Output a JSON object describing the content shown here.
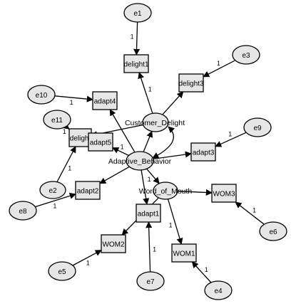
{
  "diagram": {
    "latents": [
      {
        "id": "Customer_Delight",
        "label": "Customer_Delight"
      },
      {
        "id": "Adaptive_Behavior",
        "label": "Adaptive_Behavior"
      },
      {
        "id": "Word_of_Mouth",
        "label": "Word_of_Mouth"
      }
    ],
    "indicators": [
      {
        "id": "delight1",
        "label": "delight1"
      },
      {
        "id": "delight3",
        "label": "delight3"
      },
      {
        "id": "delight2",
        "label": "delight"
      },
      {
        "id": "adapt4",
        "label": "adapt4"
      },
      {
        "id": "adapt5",
        "label": "adapt5"
      },
      {
        "id": "adapt3",
        "label": "adapt3"
      },
      {
        "id": "adapt2",
        "label": "adapt2"
      },
      {
        "id": "adapt1",
        "label": "adapt1"
      },
      {
        "id": "WOM3",
        "label": "WOM3"
      },
      {
        "id": "WOM2",
        "label": "WOM2"
      },
      {
        "id": "WOM1",
        "label": "WOM1"
      }
    ],
    "errors": [
      {
        "id": "e1",
        "label": "e1"
      },
      {
        "id": "e3",
        "label": "e3"
      },
      {
        "id": "e10",
        "label": "e10"
      },
      {
        "id": "e11",
        "label": "e11"
      },
      {
        "id": "e9",
        "label": "e9"
      },
      {
        "id": "e2",
        "label": "e2"
      },
      {
        "id": "e8",
        "label": "e8"
      },
      {
        "id": "e6",
        "label": "e6"
      },
      {
        "id": "e5",
        "label": "e5"
      },
      {
        "id": "e7",
        "label": "e7"
      },
      {
        "id": "e4",
        "label": "e4"
      }
    ],
    "error_paths": [
      {
        "from": "e1",
        "to": "delight1",
        "label": "1"
      },
      {
        "from": "e3",
        "to": "delight3",
        "label": "1"
      },
      {
        "from": "e10",
        "to": "adapt4",
        "label": "1"
      },
      {
        "from": "e11",
        "to": "delight2",
        "label": "1"
      },
      {
        "from": "e9",
        "to": "adapt3",
        "label": "1"
      },
      {
        "from": "e2",
        "to": "delight2",
        "label": "1"
      },
      {
        "from": "e8",
        "to": "adapt2",
        "label": "1"
      },
      {
        "from": "e6",
        "to": "WOM3",
        "label": "1"
      },
      {
        "from": "e5",
        "to": "WOM2",
        "label": "1"
      },
      {
        "from": "e7",
        "to": "adapt1",
        "label": "1"
      },
      {
        "from": "e4",
        "to": "WOM1",
        "label": "1"
      }
    ],
    "loading_paths": [
      {
        "from": "Customer_Delight",
        "to": "delight1",
        "label": "1"
      },
      {
        "from": "Customer_Delight",
        "to": "delight3",
        "label": ""
      },
      {
        "from": "Customer_Delight",
        "to": "delight2",
        "label": ""
      },
      {
        "from": "Adaptive_Behavior",
        "to": "adapt4",
        "label": ""
      },
      {
        "from": "Adaptive_Behavior",
        "to": "adapt5",
        "label": "1"
      },
      {
        "from": "Adaptive_Behavior",
        "to": "adapt3",
        "label": ""
      },
      {
        "from": "Adaptive_Behavior",
        "to": "adapt2",
        "label": ""
      },
      {
        "from": "Adaptive_Behavior",
        "to": "adapt1",
        "label": ""
      },
      {
        "from": "Word_of_Mouth",
        "to": "WOM3",
        "label": ""
      },
      {
        "from": "Word_of_Mouth",
        "to": "WOM2",
        "label": ""
      },
      {
        "from": "Word_of_Mouth",
        "to": "WOM1",
        "label": "1"
      }
    ],
    "structural_paths": [
      {
        "from": "Adaptive_Behavior",
        "to": "Customer_Delight",
        "label": ""
      },
      {
        "from": "Adaptive_Behavior",
        "to": "Word_of_Mouth",
        "label": "1"
      }
    ],
    "covariances": [
      {
        "a": "Customer_Delight",
        "b": "Adaptive_Behavior"
      }
    ],
    "colors": {
      "fill": "#e6e6e6",
      "stroke": "#000000",
      "background": "#ffffff"
    }
  }
}
